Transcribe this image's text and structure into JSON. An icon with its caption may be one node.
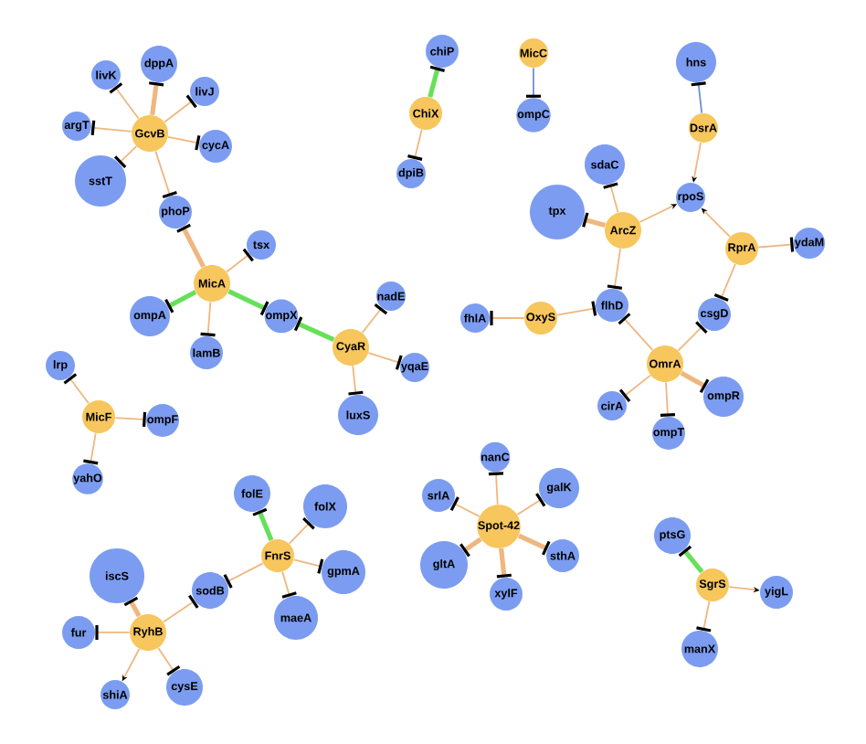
{
  "diagram": {
    "nodes": [
      {
        "text": [
          "GcvB"
        ]
      },
      {
        "text": [
          "dppA"
        ]
      },
      {
        "text": [
          "livK"
        ]
      },
      {
        "text": [
          "livJ"
        ]
      },
      {
        "text": [
          "argT"
        ]
      },
      {
        "text": [
          "cycA"
        ]
      },
      {
        "text": [
          "sstT"
        ]
      },
      {
        "text": [
          "phoP"
        ]
      },
      {
        "text": [
          "MicA"
        ]
      },
      {
        "text": [
          "tsx"
        ]
      },
      {
        "text": [
          "ompA"
        ]
      },
      {
        "text": [
          "lamB"
        ]
      },
      {
        "text": [
          "ompX"
        ]
      },
      {
        "text": [
          "CyaR"
        ]
      },
      {
        "text": [
          "nadE"
        ]
      },
      {
        "text": [
          "yqaE"
        ]
      },
      {
        "text": [
          "luxS"
        ]
      },
      {
        "text": [
          "chiP"
        ]
      },
      {
        "text": [
          "ChiX"
        ]
      },
      {
        "text": [
          "dpiB"
        ]
      },
      {
        "text": [
          "MicC"
        ]
      },
      {
        "text": [
          "ompC"
        ]
      },
      {
        "text": [
          "hns"
        ]
      },
      {
        "text": [
          "DsrA"
        ]
      },
      {
        "text": [
          "rpoS"
        ]
      },
      {
        "text": [
          "sdaC"
        ]
      },
      {
        "text": [
          "tpx"
        ]
      },
      {
        "text": [
          "ArcZ"
        ]
      },
      {
        "text": [
          "RprA"
        ]
      },
      {
        "text": [
          "ydaM"
        ]
      },
      {
        "text": [
          "OxyS"
        ]
      },
      {
        "text": [
          "fhlA"
        ]
      },
      {
        "text": [
          "flhD"
        ]
      },
      {
        "text": [
          "csgD"
        ]
      },
      {
        "text": [
          "OmrA"
        ]
      },
      {
        "text": [
          "cirA"
        ]
      },
      {
        "text": [
          "ompT"
        ]
      },
      {
        "text": [
          "ompR"
        ]
      },
      {
        "text": [
          "lrp"
        ]
      },
      {
        "text": [
          "MicF"
        ]
      },
      {
        "text": [
          "ompF"
        ]
      },
      {
        "text": [
          "yahO"
        ]
      },
      {
        "text": [
          "folE"
        ]
      },
      {
        "text": [
          "folX"
        ]
      },
      {
        "text": [
          "FnrS"
        ]
      },
      {
        "text": [
          "gpmA"
        ]
      },
      {
        "text": [
          "maeA"
        ]
      },
      {
        "text": [
          "sodB"
        ]
      },
      {
        "text": [
          "iscS"
        ]
      },
      {
        "text": [
          "fur"
        ]
      },
      {
        "text": [
          "RyhB"
        ]
      },
      {
        "text": [
          "shiA"
        ]
      },
      {
        "text": [
          "cysE"
        ]
      },
      {
        "text": [
          "nanC"
        ]
      },
      {
        "text": [
          "srlA"
        ]
      },
      {
        "text": [
          "galK"
        ]
      },
      {
        "text": [
          "Spot-42"
        ]
      },
      {
        "text": [
          "gltA"
        ]
      },
      {
        "text": [
          "sthA"
        ]
      },
      {
        "text": [
          "xylF"
        ]
      },
      {
        "text": [
          "ptsG"
        ]
      },
      {
        "text": [
          "SgrS"
        ]
      },
      {
        "text": [
          "yigL"
        ]
      },
      {
        "text": [
          "manX"
        ]
      }
    ],
    "edges": [
      {
        "from": 0,
        "to": 1,
        "arrow": "other",
        "style": "thick"
      },
      {
        "from": 0,
        "to": 2,
        "arrow": "other"
      },
      {
        "from": 0,
        "to": 3,
        "arrow": "other"
      },
      {
        "from": 0,
        "to": 4,
        "arrow": "other"
      },
      {
        "from": 0,
        "to": 5,
        "arrow": "other"
      },
      {
        "from": 0,
        "to": 6,
        "arrow": "other"
      },
      {
        "from": 0,
        "to": 7,
        "arrow": "other"
      },
      {
        "from": 8,
        "to": 7,
        "arrow": "other",
        "style": "thick"
      },
      {
        "from": 8,
        "to": 9,
        "arrow": "other"
      },
      {
        "from": 8,
        "to": 10,
        "arrow": "other",
        "style": "thick",
        "color": "#66e05a"
      },
      {
        "from": 8,
        "to": 11,
        "arrow": "other"
      },
      {
        "from": 8,
        "to": 12,
        "arrow": "other",
        "style": "thick",
        "color": "#66e05a"
      },
      {
        "from": 13,
        "to": 12,
        "arrow": "other",
        "style": "thick",
        "color": "#66e05a"
      },
      {
        "from": 13,
        "to": 14,
        "arrow": "other"
      },
      {
        "from": 13,
        "to": 15,
        "arrow": "other"
      },
      {
        "from": 13,
        "to": 16,
        "arrow": "other"
      },
      {
        "from": 18,
        "to": 17,
        "arrow": "other",
        "style": "thick",
        "color": "#66e05a"
      },
      {
        "from": 18,
        "to": 19,
        "arrow": "other"
      },
      {
        "from": 20,
        "to": 21,
        "arrow": "other",
        "color": "#6f8fd8"
      },
      {
        "from": 23,
        "to": 22,
        "arrow": "other",
        "color": "#6f8fd8"
      },
      {
        "from": 23,
        "to": 24,
        "arrow": "to"
      },
      {
        "from": 27,
        "to": 25,
        "arrow": "other"
      },
      {
        "from": 27,
        "to": 26,
        "arrow": "other",
        "style": "thick"
      },
      {
        "from": 27,
        "to": 24,
        "arrow": "to"
      },
      {
        "from": 27,
        "to": 32,
        "arrow": "other"
      },
      {
        "from": 28,
        "to": 24,
        "arrow": "to"
      },
      {
        "from": 28,
        "to": 29,
        "arrow": "other"
      },
      {
        "from": 28,
        "to": 33,
        "arrow": "other"
      },
      {
        "from": 30,
        "to": 31,
        "arrow": "other"
      },
      {
        "from": 30,
        "to": 32,
        "arrow": "other"
      },
      {
        "from": 34,
        "to": 32,
        "arrow": "other"
      },
      {
        "from": 34,
        "to": 33,
        "arrow": "other"
      },
      {
        "from": 34,
        "to": 35,
        "arrow": "other"
      },
      {
        "from": 34,
        "to": 36,
        "arrow": "other"
      },
      {
        "from": 34,
        "to": 37,
        "arrow": "other",
        "style": "thick"
      },
      {
        "from": 39,
        "to": 38,
        "arrow": "other"
      },
      {
        "from": 39,
        "to": 40,
        "arrow": "other"
      },
      {
        "from": 39,
        "to": 41,
        "arrow": "other"
      },
      {
        "from": 44,
        "to": 42,
        "arrow": "other",
        "style": "thick",
        "color": "#66e05a"
      },
      {
        "from": 44,
        "to": 43,
        "arrow": "other"
      },
      {
        "from": 44,
        "to": 45,
        "arrow": "other"
      },
      {
        "from": 44,
        "to": 46,
        "arrow": "other"
      },
      {
        "from": 44,
        "to": 47,
        "arrow": "other"
      },
      {
        "from": 50,
        "to": 47,
        "arrow": "other"
      },
      {
        "from": 50,
        "to": 48,
        "arrow": "other",
        "style": "thick"
      },
      {
        "from": 50,
        "to": 49,
        "arrow": "other"
      },
      {
        "from": 50,
        "to": 51,
        "arrow": "to"
      },
      {
        "from": 50,
        "to": 52,
        "arrow": "other"
      },
      {
        "from": 56,
        "to": 53,
        "arrow": "other"
      },
      {
        "from": 56,
        "to": 54,
        "arrow": "other"
      },
      {
        "from": 56,
        "to": 55,
        "arrow": "other"
      },
      {
        "from": 56,
        "to": 57,
        "arrow": "other",
        "style": "thick"
      },
      {
        "from": 56,
        "to": 58,
        "arrow": "other",
        "style": "thick"
      },
      {
        "from": 56,
        "to": 59,
        "arrow": "other",
        "style": "thick"
      },
      {
        "from": 61,
        "to": 60,
        "arrow": "other",
        "style": "thick",
        "color": "#66e05a"
      },
      {
        "from": 61,
        "to": 62,
        "arrow": "to"
      },
      {
        "from": 61,
        "to": 63,
        "arrow": "other"
      }
    ]
  }
}
